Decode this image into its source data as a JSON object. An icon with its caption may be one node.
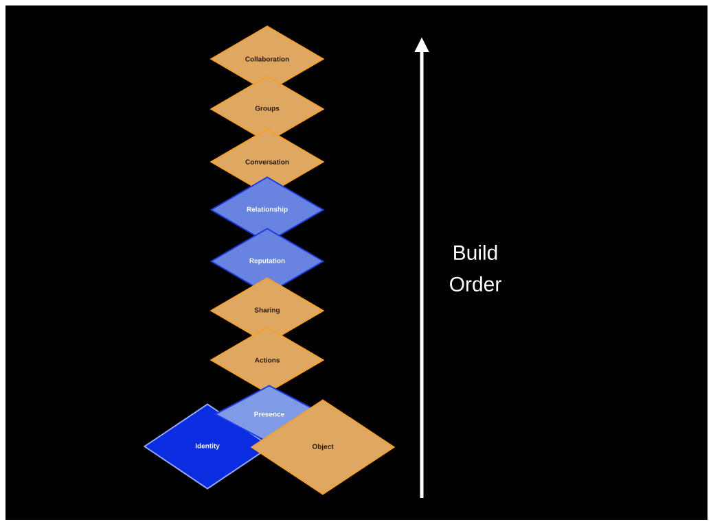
{
  "diagram": {
    "nodes": [
      {
        "text": [
          "Collaboration"
        ]
      },
      {
        "text": [
          "Groups"
        ]
      },
      {
        "text": [
          "Conversation"
        ]
      },
      {
        "text": [
          "Relationship"
        ]
      },
      {
        "text": [
          "Reputation"
        ]
      },
      {
        "text": [
          "Sharing"
        ]
      },
      {
        "text": [
          "Actions"
        ]
      },
      {
        "text": [
          "Presence"
        ]
      },
      {
        "text": [
          "Identity"
        ]
      },
      {
        "text": [
          "Object"
        ]
      }
    ],
    "labels": [
      "Build Order"
    ]
  }
}
